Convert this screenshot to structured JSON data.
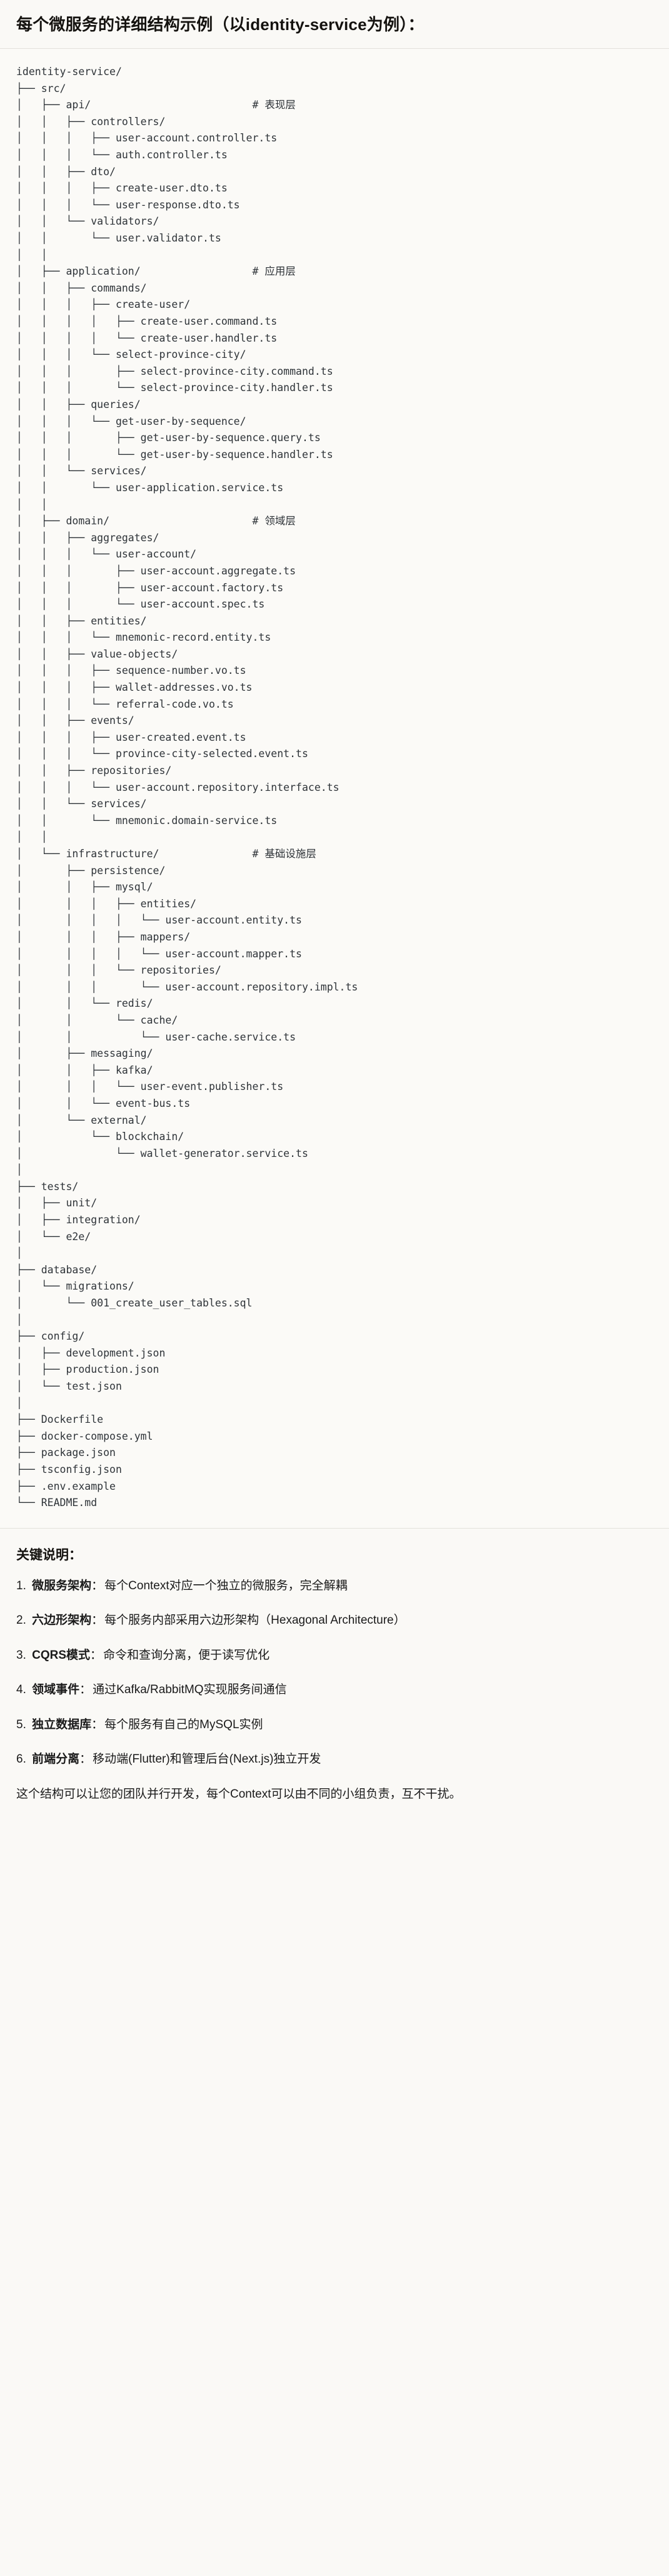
{
  "header": {
    "title": "每个微服务的详细结构示例（以identity-service为例）："
  },
  "tree": {
    "root": "identity-service/",
    "text": "identity-service/\n├── src/\n│   ├── api/                          # 表现层\n│   │   ├── controllers/\n│   │   │   ├── user-account.controller.ts\n│   │   │   └── auth.controller.ts\n│   │   ├── dto/\n│   │   │   ├── create-user.dto.ts\n│   │   │   └── user-response.dto.ts\n│   │   └── validators/\n│   │       └── user.validator.ts\n│   │\n│   ├── application/                  # 应用层\n│   │   ├── commands/\n│   │   │   ├── create-user/\n│   │   │   │   ├── create-user.command.ts\n│   │   │   │   └── create-user.handler.ts\n│   │   │   └── select-province-city/\n│   │   │       ├── select-province-city.command.ts\n│   │   │       └── select-province-city.handler.ts\n│   │   ├── queries/\n│   │   │   └── get-user-by-sequence/\n│   │   │       ├── get-user-by-sequence.query.ts\n│   │   │       └── get-user-by-sequence.handler.ts\n│   │   └── services/\n│   │       └── user-application.service.ts\n│   │\n│   ├── domain/                       # 领域层\n│   │   ├── aggregates/\n│   │   │   └── user-account/\n│   │   │       ├── user-account.aggregate.ts\n│   │   │       ├── user-account.factory.ts\n│   │   │       └── user-account.spec.ts\n│   │   ├── entities/\n│   │   │   └── mnemonic-record.entity.ts\n│   │   ├── value-objects/\n│   │   │   ├── sequence-number.vo.ts\n│   │   │   ├── wallet-addresses.vo.ts\n│   │   │   └── referral-code.vo.ts\n│   │   ├── events/\n│   │   │   ├── user-created.event.ts\n│   │   │   └── province-city-selected.event.ts\n│   │   ├── repositories/\n│   │   │   └── user-account.repository.interface.ts\n│   │   └── services/\n│   │       └── mnemonic.domain-service.ts\n│   │\n│   └── infrastructure/               # 基础设施层\n│       ├── persistence/\n│       │   ├── mysql/\n│       │   │   ├── entities/\n│       │   │   │   └── user-account.entity.ts\n│       │   │   ├── mappers/\n│       │   │   │   └── user-account.mapper.ts\n│       │   │   └── repositories/\n│       │   │       └── user-account.repository.impl.ts\n│       │   └── redis/\n│       │       └── cache/\n│       │           └── user-cache.service.ts\n│       ├── messaging/\n│       │   ├── kafka/\n│       │   │   └── user-event.publisher.ts\n│       │   └── event-bus.ts\n│       └── external/\n│           └── blockchain/\n│               └── wallet-generator.service.ts\n│\n├── tests/\n│   ├── unit/\n│   ├── integration/\n│   └── e2e/\n│\n├── database/\n│   └── migrations/\n│       └── 001_create_user_tables.sql\n│\n├── config/\n│   ├── development.json\n│   ├── production.json\n│   └── test.json\n│\n├── Dockerfile\n├── docker-compose.yml\n├── package.json\n├── tsconfig.json\n├── .env.example\n└── README.md",
    "layer_comments": [
      "# 表现层",
      "# 应用层",
      "# 领域层",
      "# 基础设施层"
    ]
  },
  "notes": {
    "heading": "关键说明：",
    "items": [
      {
        "term": "微服务架构",
        "sep": "：",
        "desc": "每个Context对应一个独立的微服务，完全解耦"
      },
      {
        "term": "六边形架构",
        "sep": "：",
        "desc": "每个服务内部采用六边形架构（Hexagonal Architecture）"
      },
      {
        "term": "CQRS模式",
        "sep": "：",
        "desc": "命令和查询分离，便于读写优化"
      },
      {
        "term": "领域事件",
        "sep": "：",
        "desc": "通过Kafka/RabbitMQ实现服务间通信"
      },
      {
        "term": "独立数据库",
        "sep": "：",
        "desc": "每个服务有自己的MySQL实例"
      },
      {
        "term": "前端分离",
        "sep": "：",
        "desc": "移动端(Flutter)和管理后台(Next.js)独立开发"
      }
    ],
    "closing": "这个结构可以让您的团队并行开发，每个Context可以由不同的小组负责，互不干扰。"
  },
  "theme": {
    "page_background": "#faf9f6",
    "text_color": "#1a1a1a",
    "code_color": "#2e3338",
    "divider_color": "#e3e1dc"
  }
}
